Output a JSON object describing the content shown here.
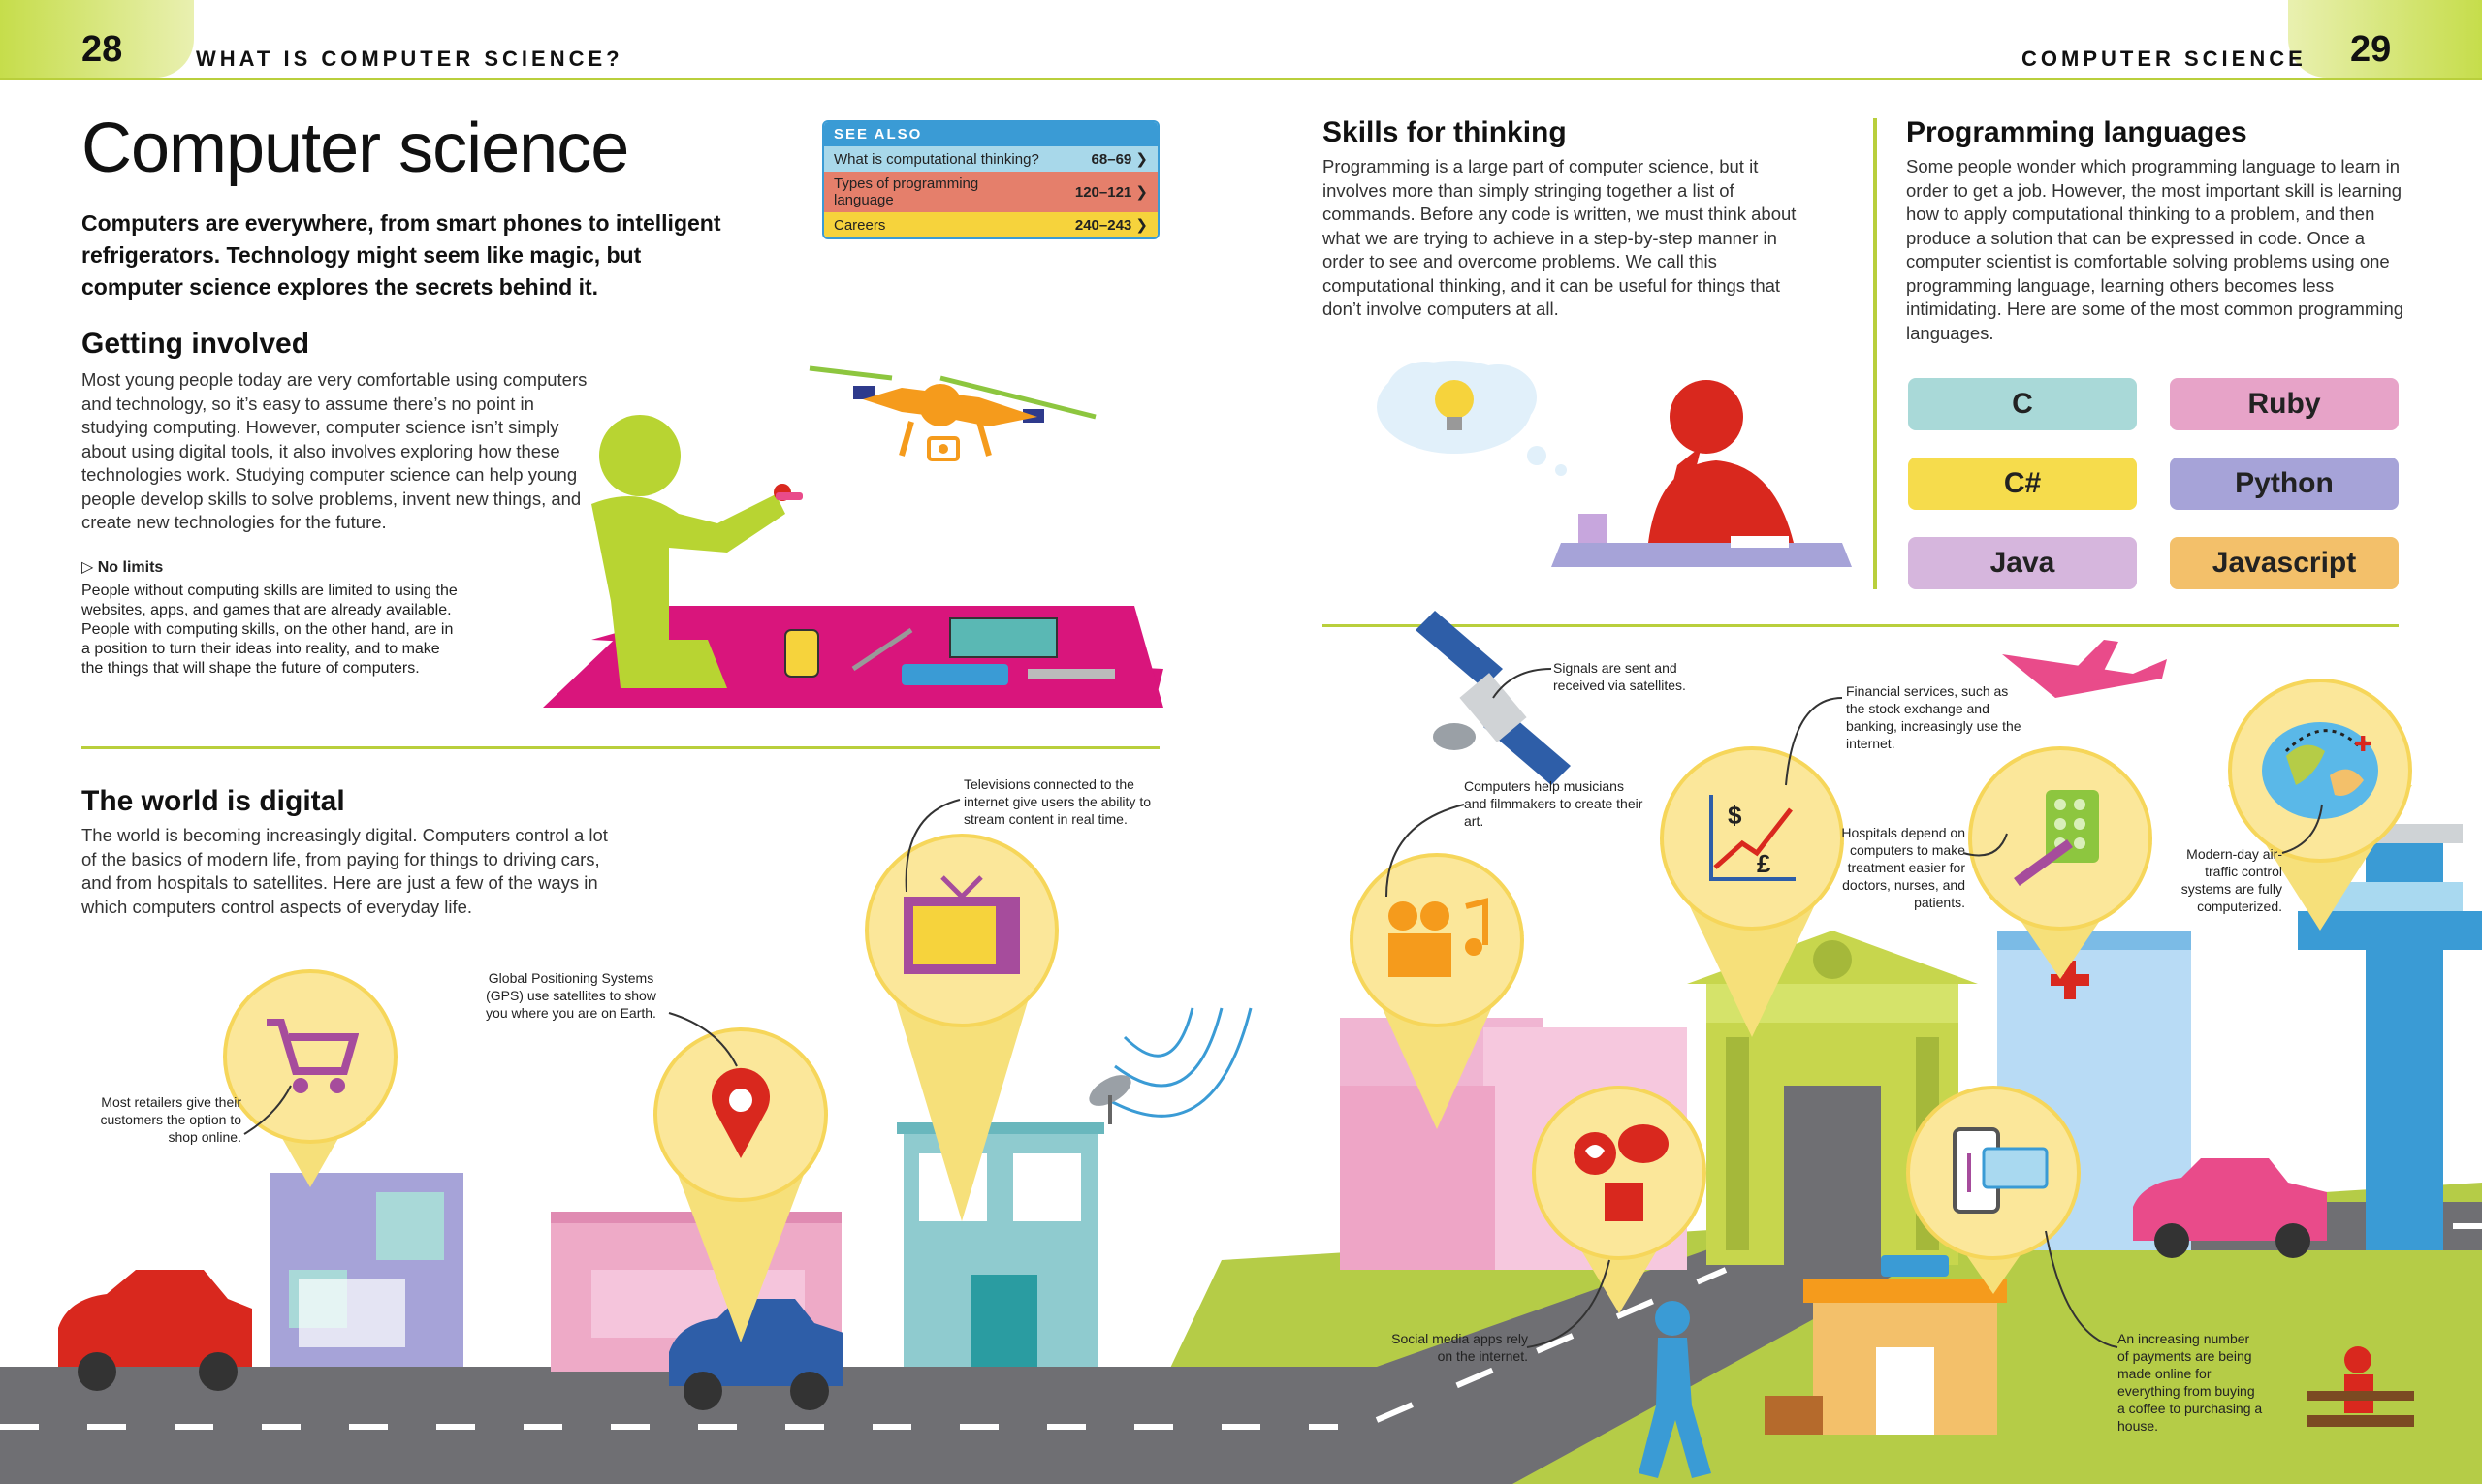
{
  "header": {
    "left_page_number": "28",
    "left_running_head": "WHAT IS COMPUTER SCIENCE?",
    "right_running_head": "COMPUTER SCIENCE",
    "right_page_number": "29"
  },
  "title": "Computer science",
  "lead": "Computers are everywhere, from smart phones to intelligent refrigerators.  Technology might seem like magic, but computer science explores the secrets behind it.",
  "see_also": {
    "heading": "SEE ALSO",
    "items": [
      {
        "label": "What is computational thinking?",
        "pages": "68–69 ❯",
        "color": "#a8d8ea"
      },
      {
        "label": "Types of programming language",
        "pages": "120–121 ❯",
        "color": "#e57f6b"
      },
      {
        "label": "Careers",
        "pages": "240–243 ❯",
        "color": "#f6d33c"
      }
    ]
  },
  "getting_involved": {
    "heading": "Getting involved",
    "body": "Most young people today are very comfortable using computers and technology, so it’s easy to assume there’s no point in studying computing. However, computer science isn’t simply about using digital tools, it also involves exploring how these technologies work. Studying computer science can help young people develop skills to solve problems, invent new things, and create new technologies for the future.",
    "callout_heading": "No limits",
    "callout_body": "People without computing skills are limited to using the websites, apps, and games that are already available. People with computing skills, on the other hand, are in a position to turn their ideas into reality, and to make the things that will shape the future of computers."
  },
  "world_is_digital": {
    "heading": "The world is digital",
    "body": "The world is becoming increasingly digital. Computers control a lot of the basics of modern life, from paying for things to driving cars, and from hospitals to satellites. Here are just a few of the ways in which computers control aspects of everyday life."
  },
  "skills_for_thinking": {
    "heading": "Skills for thinking",
    "body": "Programming is a large part of computer science, but it involves more than simply stringing together a list of commands. Before any code is written, we must think about what we are trying to achieve in a step-by-step manner in order to see and overcome problems. We call this computational thinking, and it can be useful for things that don’t involve computers at all."
  },
  "programming_languages": {
    "heading": "Programming languages",
    "body": "Some people wonder which programming language to learn in order to get a job. However, the most important skill is learning how to apply computational thinking to a problem, and then produce a solution that can be expressed in code. Once a computer scientist is comfortable solving problems using one programming language, learning others becomes less intimidating. Here are some of the most common programming languages.",
    "languages": [
      {
        "name": "C",
        "color": "#a9d9d8"
      },
      {
        "name": "Ruby",
        "color": "#e7a3c8"
      },
      {
        "name": "C#",
        "color": "#f6dc4c"
      },
      {
        "name": "Python",
        "color": "#a6a3d8"
      },
      {
        "name": "Java",
        "color": "#d6b6dd"
      },
      {
        "name": "Javascript",
        "color": "#f3c06a"
      }
    ]
  },
  "annotations": {
    "shopping": "Most retailers give their customers the option to shop online.",
    "gps": "Global Positioning Systems (GPS) use satellites to show you where you are on Earth.",
    "tv": "Televisions connected to the internet give users the ability to stream content in real time.",
    "satellites": "Signals are sent and received via satellites.",
    "musicians": "Computers help musicians and filmmakers to create their art.",
    "financial": "Financial services, such as the stock exchange and banking, increasingly use the internet.",
    "hospitals": "Hospitals depend on computers to make treatment easier for doctors, nurses, and patients.",
    "air_traffic": "Modern-day air-traffic control systems are fully computerized.",
    "social_media": "Social media apps rely on the internet.",
    "payments": "An increasing number of payments are being made online for everything from buying a coffee to purchasing a house."
  },
  "illustration_icons": {
    "finance_currency": [
      "$",
      "£"
    ]
  },
  "colors": {
    "accent_green": "#b9cf3c",
    "pin_yellow": "#fbe79a",
    "road_gray": "#6f6f73",
    "grass": "#b5cc47"
  }
}
